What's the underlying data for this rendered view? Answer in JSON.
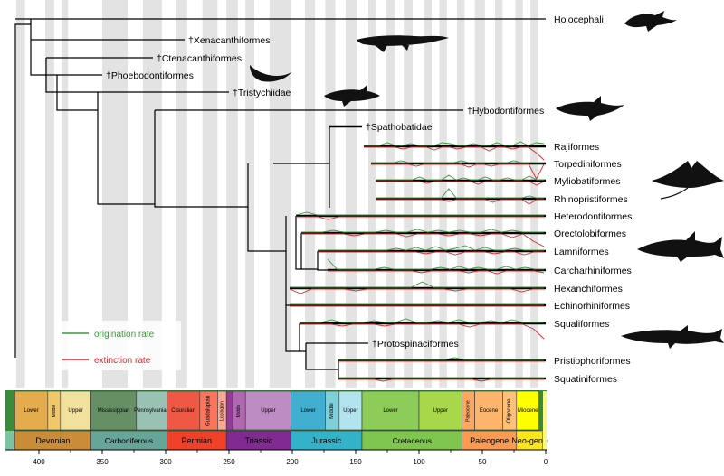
{
  "taxa": [
    {
      "id": "holocephali",
      "label": "Holocephali",
      "line_to_ma": 0
    },
    {
      "id": "xenacanthiformes",
      "label": "†Xenacanthiformes",
      "line_to_ma": 285
    },
    {
      "id": "ctenacanthiformes",
      "label": "†Ctenacanthiformes",
      "line_to_ma": 310
    },
    {
      "id": "phoebodontiformes",
      "label": "†Phoebodontiformes",
      "line_to_ma": 350
    },
    {
      "id": "tristychiidae",
      "label": "†Tristychiidae",
      "line_to_ma": 250
    },
    {
      "id": "hybodontiformes",
      "label": "†Hybodontiformes",
      "line_to_ma": 66
    },
    {
      "id": "spathobatidae",
      "label": "†Spathobatidae",
      "line_to_ma": 145
    },
    {
      "id": "rajiformes",
      "label": "Rajiformes",
      "line_to_ma": 0
    },
    {
      "id": "torpediniformes",
      "label": "Torpediniformes",
      "line_to_ma": 0
    },
    {
      "id": "myliobatiformes",
      "label": "Myliobatiformes",
      "line_to_ma": 0
    },
    {
      "id": "rhinopristiformes",
      "label": "Rhinopristiformes",
      "line_to_ma": 0
    },
    {
      "id": "heterodontiformes",
      "label": "Heterodontiformes",
      "line_to_ma": 0
    },
    {
      "id": "orectolobiformes",
      "label": "Orectolobiformes",
      "line_to_ma": 0
    },
    {
      "id": "lamniformes",
      "label": "Lamniformes",
      "line_to_ma": 0
    },
    {
      "id": "carcharhiniformes",
      "label": "Carcharhiniformes",
      "line_to_ma": 0
    },
    {
      "id": "hexanchiformes",
      "label": "Hexanchiformes",
      "line_to_ma": 0
    },
    {
      "id": "echinorhiniformes",
      "label": "Echinorhiniformes",
      "line_to_ma": 0
    },
    {
      "id": "squaliformes",
      "label": "Squaliformes",
      "line_to_ma": 0
    },
    {
      "id": "protospinaciformes",
      "label": "†Protospinaciformes",
      "line_to_ma": 140
    },
    {
      "id": "pristiophoriformes",
      "label": "Pristiophoriformes",
      "line_to_ma": 0
    },
    {
      "id": "squatiniformes",
      "label": "Squatiniformes",
      "line_to_ma": 0
    }
  ],
  "rate_tracks": [
    {
      "taxon": "rajiformes",
      "from_ma": 145,
      "orig": [
        0,
        0,
        0,
        0.3,
        0,
        0,
        0.2,
        0,
        0,
        0,
        0.3,
        0.2,
        0,
        0,
        0.2,
        0,
        0,
        0.3,
        0,
        0,
        0.4,
        0,
        0.3,
        0.2
      ],
      "ext": [
        0,
        0,
        0,
        0,
        0,
        -0.2,
        0,
        0,
        0,
        -0.3,
        0,
        0,
        -0.2,
        0,
        0,
        0,
        -0.4,
        0,
        0,
        -0.2,
        0,
        0,
        -0.6,
        -1.4
      ]
    },
    {
      "taxon": "torpediniformes",
      "from_ma": 140,
      "orig": [
        0,
        0,
        0,
        0,
        0.2,
        0,
        0,
        0,
        0,
        0,
        0,
        0,
        0.2,
        0,
        0,
        0,
        0,
        0,
        0,
        0.2,
        0,
        0,
        0,
        0
      ],
      "ext": [
        0,
        0,
        0,
        0,
        0,
        0,
        -0.2,
        0,
        0,
        0,
        0,
        0,
        0,
        -0.3,
        0,
        0,
        -0.2,
        0,
        0,
        0,
        0,
        0,
        -1.6,
        0
      ]
    },
    {
      "taxon": "myliobatiformes",
      "from_ma": 137,
      "orig": [
        0,
        0,
        0,
        0,
        0,
        0,
        0.3,
        0,
        0,
        0,
        0.5,
        0,
        0.2,
        0,
        0,
        0.3,
        0,
        0,
        0.2,
        0,
        0,
        0.4,
        0,
        0
      ],
      "ext": [
        0,
        0,
        0,
        0,
        0,
        0,
        0,
        -0.2,
        0,
        0,
        0,
        0,
        0,
        0,
        -0.3,
        0,
        0,
        0,
        0,
        0,
        0,
        0,
        -0.4,
        0
      ]
    },
    {
      "taxon": "rhinopristiformes",
      "from_ma": 137,
      "orig": [
        0,
        0,
        0,
        0,
        0,
        0,
        0,
        0,
        0,
        0,
        1.0,
        0,
        0,
        0,
        0,
        0,
        0,
        0,
        0,
        0,
        0,
        0.2,
        0,
        0
      ],
      "ext": [
        0,
        0,
        0,
        0,
        0,
        0,
        0,
        0,
        0,
        0,
        -0.2,
        0,
        0,
        0,
        0,
        0,
        -0.3,
        0,
        0,
        0,
        0,
        -0.5,
        0,
        0
      ]
    },
    {
      "taxon": "heterodontiformes",
      "from_ma": 195,
      "orig": [
        0,
        0.3,
        0,
        0,
        0,
        0,
        0,
        0,
        0,
        0,
        0,
        0,
        0,
        0,
        0,
        0,
        0,
        0,
        0,
        0,
        0,
        0,
        0,
        0
      ],
      "ext": [
        0,
        0,
        0,
        -0.3,
        0,
        0,
        0,
        0,
        0,
        0,
        0,
        0,
        0,
        0,
        0,
        0,
        0,
        0,
        0,
        0,
        0,
        0,
        0,
        0
      ]
    },
    {
      "taxon": "orectolobiformes",
      "from_ma": 193,
      "orig": [
        0,
        0,
        0,
        0.2,
        0,
        0,
        0,
        0,
        0.2,
        0,
        0,
        0.3,
        0,
        0.2,
        0,
        0.2,
        0,
        0,
        0.3,
        0,
        0.2,
        0,
        0,
        0
      ],
      "ext": [
        0,
        0,
        0,
        0,
        0,
        -0.2,
        0,
        0,
        0,
        0,
        -0.3,
        0,
        0,
        0,
        -0.2,
        0,
        0,
        -0.2,
        0,
        0,
        -0.4,
        0,
        -0.8,
        -1.4
      ]
    },
    {
      "taxon": "lamniformes",
      "from_ma": 195,
      "orig": [
        0,
        0,
        0,
        0,
        0,
        0,
        0,
        0,
        0.2,
        0,
        0.3,
        0,
        0.4,
        0,
        0.2,
        0.5,
        0,
        0.3,
        0,
        0,
        0.2,
        0,
        0,
        0
      ],
      "ext": [
        0,
        0,
        0,
        0,
        0,
        0,
        0,
        0,
        0,
        0,
        0,
        -0.2,
        0,
        0,
        -0.3,
        0,
        0,
        0,
        -0.2,
        0,
        0,
        -0.3,
        0,
        0
      ]
    },
    {
      "taxon": "carcharhiniformes",
      "from_ma": 170,
      "orig": [
        1.1,
        0,
        0,
        0,
        0,
        0,
        0.2,
        0,
        0,
        0,
        0,
        0,
        0.2,
        0,
        0.3,
        0,
        0.2,
        0,
        0,
        0.3,
        0,
        0.2,
        0,
        0
      ],
      "ext": [
        0,
        0,
        0,
        0,
        0,
        0,
        0,
        0,
        0,
        0,
        -0.2,
        0,
        0,
        0,
        0,
        -0.2,
        0,
        0,
        -0.3,
        0,
        0,
        0,
        0,
        -0.2
      ]
    },
    {
      "taxon": "hexanchiformes",
      "from_ma": 200,
      "orig": [
        0,
        0,
        0,
        0,
        0,
        0,
        0,
        0,
        0,
        0,
        0,
        0,
        0.6,
        0,
        0,
        0,
        0,
        0,
        0,
        0,
        0,
        0,
        0,
        0
      ],
      "ext": [
        0,
        -0.5,
        0,
        0,
        0,
        0,
        -0.2,
        0,
        0,
        0,
        0,
        0,
        0,
        0,
        0,
        -0.2,
        0,
        0,
        0,
        0,
        0,
        -0.3,
        0,
        0
      ]
    },
    {
      "taxon": "echinorhiniformes",
      "from_ma": 200,
      "orig": [
        0,
        0,
        0,
        0,
        0,
        0,
        0,
        0,
        0,
        0,
        0,
        0,
        0,
        0,
        0,
        0,
        0,
        0,
        0,
        0,
        0,
        0,
        0,
        0
      ],
      "ext": [
        0,
        0,
        0,
        0,
        0,
        0,
        0,
        0,
        0,
        0,
        0,
        0,
        0,
        0,
        0,
        0,
        0,
        0,
        0,
        0,
        0,
        0,
        0,
        0
      ]
    },
    {
      "taxon": "squaliformes",
      "from_ma": 195,
      "orig": [
        0,
        0,
        0,
        0.3,
        0,
        0,
        0,
        0.2,
        0,
        0,
        0.4,
        0,
        0,
        0.2,
        0,
        0.3,
        0,
        0,
        0.2,
        0,
        0.3,
        0,
        0,
        0
      ],
      "ext": [
        0,
        0,
        0,
        0,
        -0.2,
        0,
        0,
        0,
        -0.2,
        0,
        0,
        0,
        0,
        0,
        0,
        0,
        -0.3,
        0,
        0,
        0,
        0,
        0,
        -0.5,
        -1.6
      ]
    },
    {
      "taxon": "pristiophoriformes",
      "from_ma": 160,
      "orig": [
        0,
        0,
        0,
        0,
        0,
        0,
        0,
        0,
        0,
        0,
        0,
        0,
        0,
        0.2,
        0,
        0,
        0,
        0,
        0,
        0,
        0,
        0,
        0,
        0
      ],
      "ext": [
        0,
        0,
        0,
        0,
        0,
        0,
        0,
        0,
        0,
        0,
        0,
        0,
        0,
        0,
        0,
        0,
        0,
        0,
        0,
        0,
        0,
        0,
        0,
        0
      ]
    },
    {
      "taxon": "squatiniformes",
      "from_ma": 160,
      "orig": [
        0,
        0,
        0,
        0,
        0,
        0,
        0,
        0,
        0,
        0,
        0,
        0,
        0,
        0,
        0,
        0,
        0,
        0,
        0,
        0,
        0,
        0,
        0,
        0
      ],
      "ext": [
        0,
        0,
        0,
        0,
        0,
        -0.2,
        0,
        0,
        0,
        0,
        0,
        0,
        0,
        0,
        0,
        0,
        -0.2,
        0,
        0,
        0,
        0,
        0,
        0,
        0
      ]
    }
  ],
  "legend": {
    "origination": "origination rate",
    "extinction": "extinction rate"
  },
  "timescale": {
    "periods": [
      {
        "label": "Devonian",
        "start": 419,
        "end": 359,
        "color": "#CB8C37"
      },
      {
        "label": "Carboniferous",
        "start": 359,
        "end": 299,
        "color": "#67A599"
      },
      {
        "label": "Permian",
        "start": 299,
        "end": 252,
        "color": "#F04028"
      },
      {
        "label": "Triassic",
        "start": 252,
        "end": 201,
        "color": "#812B92"
      },
      {
        "label": "Jurassic",
        "start": 201,
        "end": 145,
        "color": "#34B2C9"
      },
      {
        "label": "Cretaceous",
        "start": 145,
        "end": 66,
        "color": "#7FC64E"
      },
      {
        "label": "Paleogene",
        "start": 66,
        "end": 23,
        "color": "#FD9A52"
      },
      {
        "label": "Neo-gene",
        "start": 23,
        "end": 2.6,
        "color": "#FFE619"
      }
    ],
    "epochs": [
      {
        "label": "Lower",
        "start": 419,
        "end": 393,
        "color": "#E5AC4D"
      },
      {
        "label": "Middle",
        "start": 393,
        "end": 383,
        "color": "#F1C868"
      },
      {
        "label": "Upper",
        "start": 383,
        "end": 359,
        "color": "#F1E19D"
      },
      {
        "label": "Mississippian",
        "start": 359,
        "end": 323,
        "color": "#678F66"
      },
      {
        "label": "Pennsylvanian",
        "start": 323,
        "end": 299,
        "color": "#99C2B5"
      },
      {
        "label": "Cisuralian",
        "start": 299,
        "end": 273,
        "color": "#EF5845"
      },
      {
        "label": "Guadalupian",
        "start": 273,
        "end": 259,
        "color": "#FB745C"
      },
      {
        "label": "Lopingian",
        "start": 259,
        "end": 252,
        "color": "#FBA794"
      },
      {
        "label": "Lower",
        "start": 252,
        "end": 247,
        "color": "#983999"
      },
      {
        "label": "Middle",
        "start": 247,
        "end": 237,
        "color": "#B168B1"
      },
      {
        "label": "Upper",
        "start": 237,
        "end": 201,
        "color": "#BD8CC3"
      },
      {
        "label": "Lower",
        "start": 201,
        "end": 174,
        "color": "#42AED0"
      },
      {
        "label": "Middle",
        "start": 174,
        "end": 163,
        "color": "#80CFD8"
      },
      {
        "label": "Upper",
        "start": 163,
        "end": 145,
        "color": "#B3E3EE"
      },
      {
        "label": "Lower",
        "start": 145,
        "end": 100,
        "color": "#8CCD57"
      },
      {
        "label": "Upper",
        "start": 100,
        "end": 66,
        "color": "#A6D84A"
      },
      {
        "label": "Paleocene",
        "start": 66,
        "end": 56,
        "color": "#FDA75F"
      },
      {
        "label": "Eocene",
        "start": 56,
        "end": 34,
        "color": "#FDB46C"
      },
      {
        "label": "Oligocene",
        "start": 34,
        "end": 23,
        "color": "#FDC07A"
      },
      {
        "label": "Miocene",
        "start": 23,
        "end": 5.3,
        "color": "#FFFF00"
      }
    ],
    "ticks": [
      "400",
      "350",
      "300",
      "250",
      "200",
      "150",
      "100",
      "50",
      "0"
    ]
  },
  "silhouettes": [
    {
      "name": "holocephalan-silhouette"
    },
    {
      "name": "xenacanth-silhouette"
    },
    {
      "name": "ctenacanth-silhouette"
    },
    {
      "name": "tristychiid-silhouette"
    },
    {
      "name": "hybodont-silhouette"
    },
    {
      "name": "manta-ray-silhouette"
    },
    {
      "name": "shark-silhouette"
    },
    {
      "name": "dogfish-silhouette"
    }
  ]
}
